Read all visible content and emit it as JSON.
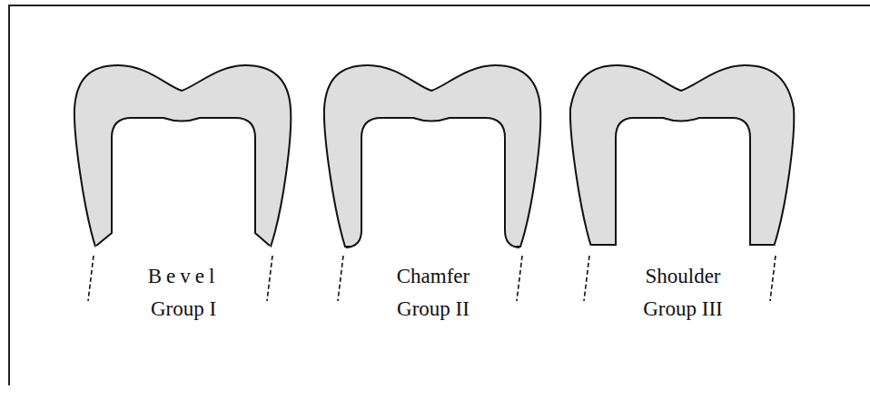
{
  "diagram": {
    "labels": [
      "Bevel",
      "Group I",
      "Chamfer",
      "Group II",
      "Shoulder",
      "Group III"
    ]
  }
}
